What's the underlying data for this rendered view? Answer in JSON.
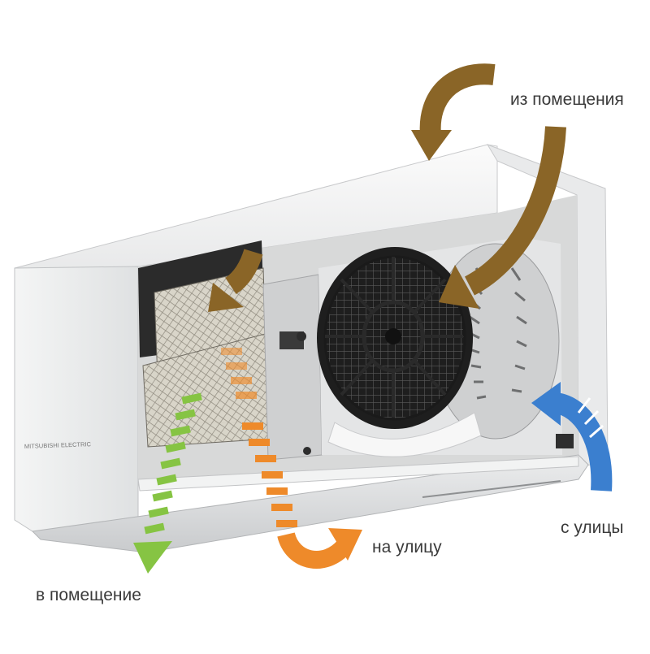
{
  "labels": {
    "from_room": "из помещения",
    "to_outside": "на улицу",
    "from_street": "с улицы",
    "to_room": "в помещение",
    "brand_mark": "MITSUBISHI ELECTRIC"
  },
  "colors": {
    "exhaust_in": "#8a6527",
    "exhaust_out": "#ee8a2a",
    "supply_in": "#3b7fcf",
    "supply_out": "#86c443",
    "housing": "#f1f2f2",
    "text": "#3a3a3a"
  }
}
